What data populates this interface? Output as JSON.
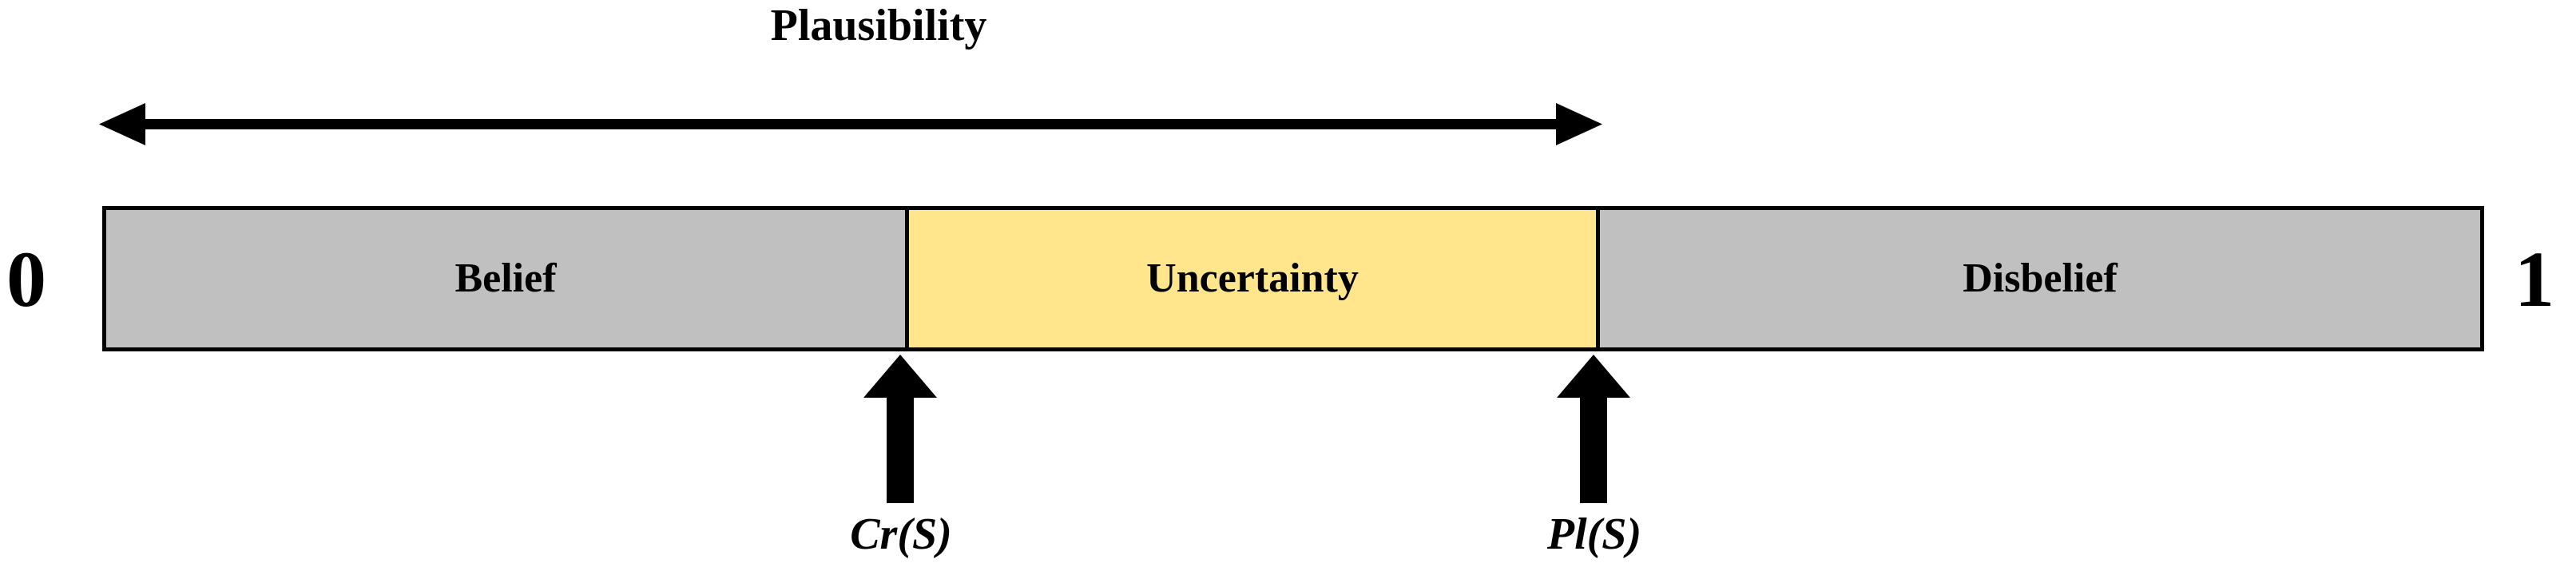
{
  "diagram": {
    "title": "Plausibility",
    "scale": {
      "min_label": "0",
      "max_label": "1"
    },
    "segments": [
      {
        "label": "Belief",
        "color": "#c0c0c0",
        "start": 0.0,
        "end": 0.335
      },
      {
        "label": "Uncertainty",
        "color": "#ffe68c",
        "start": 0.335,
        "end": 0.627
      },
      {
        "label": "Disbelief",
        "color": "#c0c0c0",
        "start": 0.627,
        "end": 1.0
      }
    ],
    "markers": [
      {
        "label": "Cr(S)",
        "position": 0.335,
        "icon": "up-arrow-icon"
      },
      {
        "label": "Pl(S)",
        "position": 0.627,
        "icon": "up-arrow-icon"
      }
    ],
    "span_arrow": {
      "name": "plausibility-span",
      "icon": "double-headed-arrow-icon",
      "from": 0.0,
      "to": 0.627
    },
    "colors": {
      "belief_fill": "#c0c0c0",
      "uncertainty_fill": "#ffe68c",
      "disbelief_fill": "#c0c0c0",
      "outline": "#000000",
      "text": "#000000",
      "background": "#ffffff"
    }
  }
}
